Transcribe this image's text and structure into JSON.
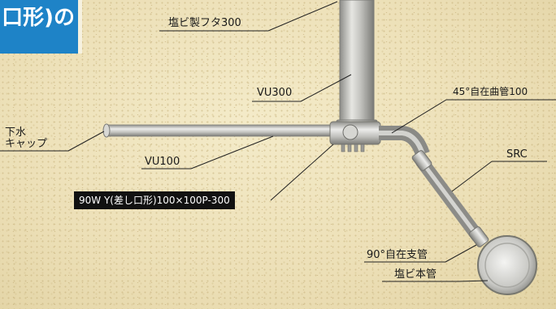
{
  "banner": {
    "text": "口形)の"
  },
  "labels": {
    "cover": "塩ビ製フタ300",
    "vu300": "VU300",
    "elbow45": "45°自在曲管100",
    "sewer_cap_line1": "下水",
    "sewer_cap_line2": "キャップ",
    "vu100": "VU100",
    "src": "SRC",
    "wye": "90W Y(差し口形)100×100P-300",
    "branch90": "90°自在支管",
    "main_pipe": "塩ビ本管"
  },
  "colors": {
    "banner": "#1e83c7",
    "background": "#ecdfb6",
    "pipe": "#b9b9b4",
    "leader": "#222222",
    "label_box": "#111111"
  }
}
